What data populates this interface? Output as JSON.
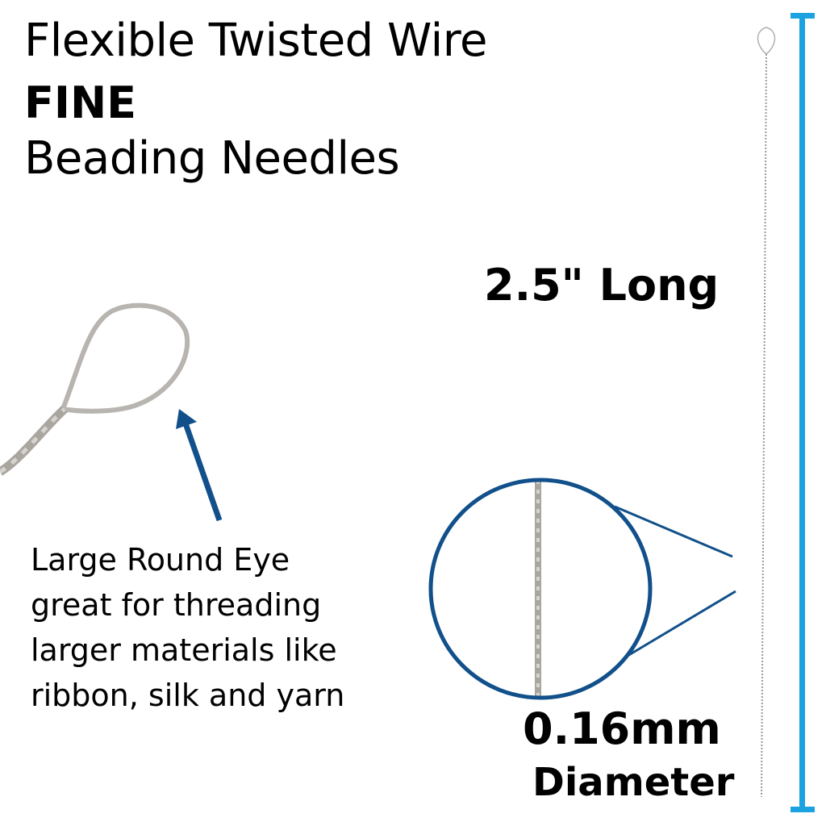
{
  "title": {
    "line1": "Flexible Twisted Wire",
    "line2": "FINE",
    "line3": "Beading Needles"
  },
  "length_label": "2.5\" Long",
  "diameter": {
    "value": "0.16mm",
    "label": "Diameter"
  },
  "eye_description": {
    "lines": [
      "Large Round Eye",
      "great for threading",
      "larger materials like",
      "ribbon, silk and yarn"
    ]
  },
  "colors": {
    "dimension_bar": "#1aa3e0",
    "callout_blue": "#11508a",
    "wire_gray": "#a9a6a0",
    "text": "#000000",
    "background": "#ffffff"
  }
}
